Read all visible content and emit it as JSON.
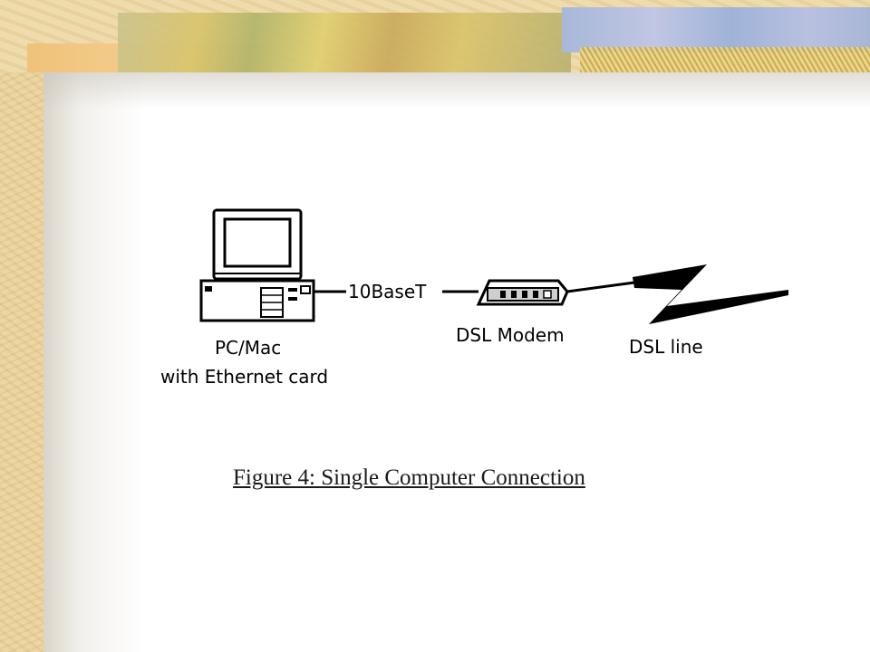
{
  "diagram": {
    "nodes": {
      "computer": {
        "label_line1": "PC/Mac",
        "label_line2": "with Ethernet card",
        "icon": "computer-icon"
      },
      "cable": {
        "label": "10BaseT"
      },
      "modem": {
        "label": "DSL Modem",
        "icon": "modem-icon"
      },
      "line": {
        "label": "DSL line",
        "icon": "lightning-icon"
      }
    }
  },
  "caption": "Figure 4: Single Computer Connection",
  "colors": {
    "parchment": "#ecd7a3",
    "line": "#000000",
    "caption": "#1a1a1a"
  }
}
